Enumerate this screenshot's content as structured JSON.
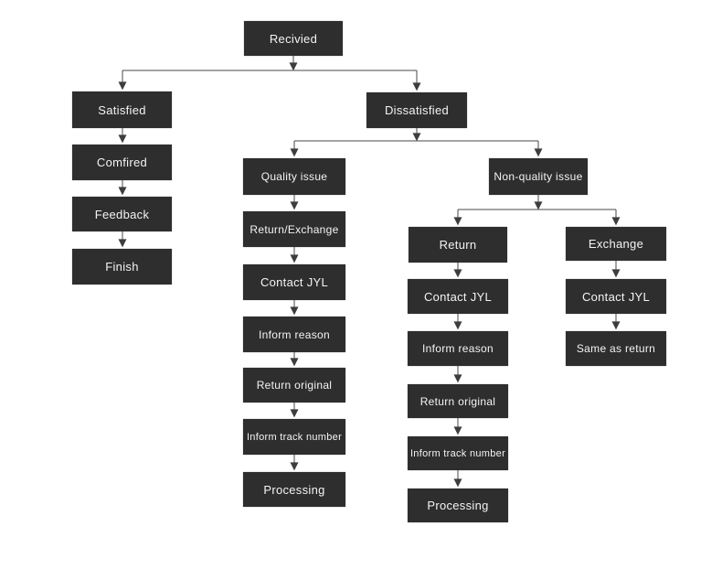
{
  "diagram": {
    "type": "flowchart",
    "background_color": "#ffffff",
    "node_fill_color": "#2e2e2e",
    "node_text_color": "#f4f4f4",
    "connector_color": "#454545",
    "nodes": {
      "received": {
        "label": "Recivied"
      },
      "satisfied": {
        "label": "Satisfied"
      },
      "confirmed": {
        "label": "Comfired"
      },
      "feedback": {
        "label": "Feedback"
      },
      "finish": {
        "label": "Finish"
      },
      "dissatisfied": {
        "label": "Dissatisfied"
      },
      "quality_issue": {
        "label": "Quality issue"
      },
      "return_exchange": {
        "label": "Return/Exchange"
      },
      "quality_contact_jyl": {
        "label": "Contact JYL"
      },
      "quality_inform_reason": {
        "label": "Inform reason"
      },
      "quality_return_original": {
        "label": "Return original"
      },
      "quality_inform_track_number": {
        "label": "Inform track number"
      },
      "quality_processing": {
        "label": "Processing"
      },
      "non_quality_issue": {
        "label": "Non-quality issue"
      },
      "return": {
        "label": "Return"
      },
      "return_contact_jyl": {
        "label": "Contact JYL"
      },
      "return_inform_reason": {
        "label": "Inform reason"
      },
      "return_return_original": {
        "label": "Return original"
      },
      "return_inform_track_number": {
        "label": "Inform track number"
      },
      "return_processing": {
        "label": "Processing"
      },
      "exchange": {
        "label": "Exchange"
      },
      "exchange_contact_jyl": {
        "label": "Contact JYL"
      },
      "same_as_return": {
        "label": "Same as return"
      }
    },
    "edges": [
      {
        "from": "received",
        "to": "satisfied"
      },
      {
        "from": "received",
        "to": "dissatisfied"
      },
      {
        "from": "satisfied",
        "to": "confirmed"
      },
      {
        "from": "confirmed",
        "to": "feedback"
      },
      {
        "from": "feedback",
        "to": "finish"
      },
      {
        "from": "dissatisfied",
        "to": "quality_issue"
      },
      {
        "from": "dissatisfied",
        "to": "non_quality_issue"
      },
      {
        "from": "quality_issue",
        "to": "return_exchange"
      },
      {
        "from": "return_exchange",
        "to": "quality_contact_jyl"
      },
      {
        "from": "quality_contact_jyl",
        "to": "quality_inform_reason"
      },
      {
        "from": "quality_inform_reason",
        "to": "quality_return_original"
      },
      {
        "from": "quality_return_original",
        "to": "quality_inform_track_number"
      },
      {
        "from": "quality_inform_track_number",
        "to": "quality_processing"
      },
      {
        "from": "non_quality_issue",
        "to": "return"
      },
      {
        "from": "non_quality_issue",
        "to": "exchange"
      },
      {
        "from": "return",
        "to": "return_contact_jyl"
      },
      {
        "from": "return_contact_jyl",
        "to": "return_inform_reason"
      },
      {
        "from": "return_inform_reason",
        "to": "return_return_original"
      },
      {
        "from": "return_return_original",
        "to": "return_inform_track_number"
      },
      {
        "from": "return_inform_track_number",
        "to": "return_processing"
      },
      {
        "from": "exchange",
        "to": "exchange_contact_jyl"
      },
      {
        "from": "exchange_contact_jyl",
        "to": "same_as_return"
      }
    ]
  }
}
